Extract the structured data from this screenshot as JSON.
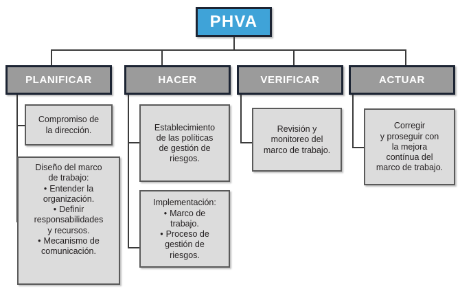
{
  "diagram": {
    "title": "PHVA",
    "root": {
      "label": "PHVA",
      "color": "#3fa3d8",
      "text_color": "#ffffff",
      "border_color": "#1c2433"
    },
    "header_color": "#9b9b9b",
    "leaf_color": "#dcdcdc",
    "line_color": "#3a3a3a",
    "columns": [
      {
        "key": "planificar",
        "label": "PLANIFICAR",
        "boxes": [
          {
            "key": "compromiso",
            "lines": [
              {
                "text": "Compromiso de",
                "bullet": false
              },
              {
                "text": "la dirección.",
                "bullet": false
              }
            ]
          },
          {
            "key": "diseno-marco",
            "lines": [
              {
                "text": "Diseño del marco",
                "bullet": false
              },
              {
                "text": "de trabajo:",
                "bullet": false
              },
              {
                "text": "Entender la",
                "bullet": true
              },
              {
                "text": "organización.",
                "bullet": false
              },
              {
                "text": "Definir",
                "bullet": true
              },
              {
                "text": "responsabilidades",
                "bullet": false
              },
              {
                "text": "y recursos.",
                "bullet": false
              },
              {
                "text": "Mecanismo de",
                "bullet": true
              },
              {
                "text": "comunicación.",
                "bullet": false
              }
            ]
          }
        ]
      },
      {
        "key": "hacer",
        "label": "HACER",
        "boxes": [
          {
            "key": "establecimiento",
            "lines": [
              {
                "text": "Establecimiento",
                "bullet": false
              },
              {
                "text": "de las políticas",
                "bullet": false
              },
              {
                "text": "de gestión de",
                "bullet": false
              },
              {
                "text": "riesgos.",
                "bullet": false
              }
            ]
          },
          {
            "key": "implementacion",
            "lines": [
              {
                "text": "Implementación:",
                "bullet": false
              },
              {
                "text": "Marco de",
                "bullet": true
              },
              {
                "text": "trabajo.",
                "bullet": false
              },
              {
                "text": "Proceso de",
                "bullet": true
              },
              {
                "text": "gestión de",
                "bullet": false
              },
              {
                "text": "riesgos.",
                "bullet": false
              }
            ]
          }
        ]
      },
      {
        "key": "verificar",
        "label": "VERIFICAR",
        "boxes": [
          {
            "key": "revision",
            "lines": [
              {
                "text": "Revisión y",
                "bullet": false
              },
              {
                "text": "monitoreo del",
                "bullet": false
              },
              {
                "text": "marco de trabajo.",
                "bullet": false
              }
            ]
          }
        ]
      },
      {
        "key": "actuar",
        "label": "ACTUAR",
        "boxes": [
          {
            "key": "corregir",
            "lines": [
              {
                "text": "Corregir",
                "bullet": false
              },
              {
                "text": "y proseguir con",
                "bullet": false
              },
              {
                "text": "la mejora",
                "bullet": false
              },
              {
                "text": "contínua del",
                "bullet": false
              },
              {
                "text": "marco de trabajo.",
                "bullet": false
              }
            ]
          }
        ]
      }
    ]
  }
}
